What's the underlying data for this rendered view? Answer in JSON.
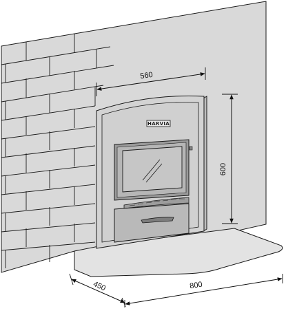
{
  "brand": {
    "logo_text": "HARVIA"
  },
  "dimensions": {
    "top_width": "560",
    "height": "600",
    "depth": "450",
    "width": "800"
  },
  "colors": {
    "wall": "#d9d9d9",
    "frame": "#d3d3d3",
    "floor_plate": "#e3e3e3",
    "glass": "#c6c6c6",
    "line": "#1a1a1a"
  }
}
